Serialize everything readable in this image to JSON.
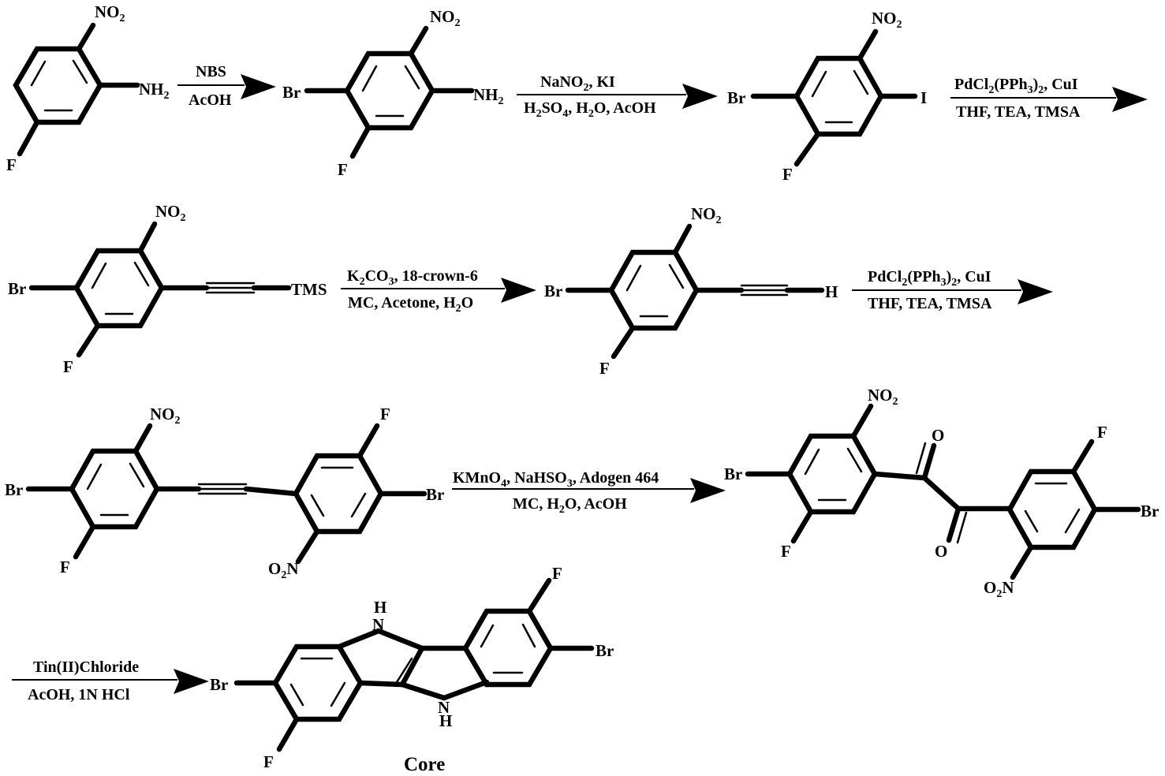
{
  "labels": {
    "no2_main": "NO",
    "no2_sub": "2",
    "nh2_main": "NH",
    "nh2_sub": "2",
    "o2n_main": "O",
    "o2n_sub": "2",
    "o2n_n": "N",
    "f": "F",
    "br": "Br",
    "i": "I",
    "tms": "TMS",
    "h": "H",
    "o": "O",
    "nh_n": "N",
    "nh_h": "H"
  },
  "reagents": {
    "step1_above": "NBS",
    "step1_below": "AcOH",
    "step2_above": "NaNO",
    "step2_above_sub": "2",
    "step2_above_rest": ", KI",
    "step2_below_1": "H",
    "step2_below_sub1": "2",
    "step2_below_2": "SO",
    "step2_below_sub2": "4",
    "step2_below_3": ", H",
    "step2_below_sub3": "2",
    "step2_below_4": "O, AcOH",
    "step3_above_1": "PdCl",
    "step3_above_sub1": "2",
    "step3_above_2": "(PPh",
    "step3_above_sub2": "3",
    "step3_above_3": ")",
    "step3_above_sub3": "2",
    "step3_above_4": ", CuI",
    "step3_below": "THF, TEA, TMSA",
    "step4_above_1": "K",
    "step4_above_sub1": "2",
    "step4_above_2": "CO",
    "step4_above_sub2": "3",
    "step4_above_3": ", 18-crown-6",
    "step4_below_1": "MC, Acetone, H",
    "step4_below_sub": "2",
    "step4_below_2": "O",
    "step5_above_1": "PdCl",
    "step5_above_sub1": "2",
    "step5_above_2": "(PPh",
    "step5_above_sub2": "3",
    "step5_above_3": ")",
    "step5_above_sub3": "2",
    "step5_above_4": ", CuI",
    "step5_below": "THF, TEA, TMSA",
    "step6_above_1": "KMnO",
    "step6_above_sub": "4",
    "step6_above_2": ", NaHSO",
    "step6_above_sub2": "3",
    "step6_above_3": ", Adogen 464",
    "step6_below_1": "MC, H",
    "step6_below_sub": "2",
    "step6_below_2": "O, AcOH",
    "step7_above": "Tin(II)Chloride",
    "step7_below": "AcOH, 1N HCl"
  },
  "core_title": "Core"
}
